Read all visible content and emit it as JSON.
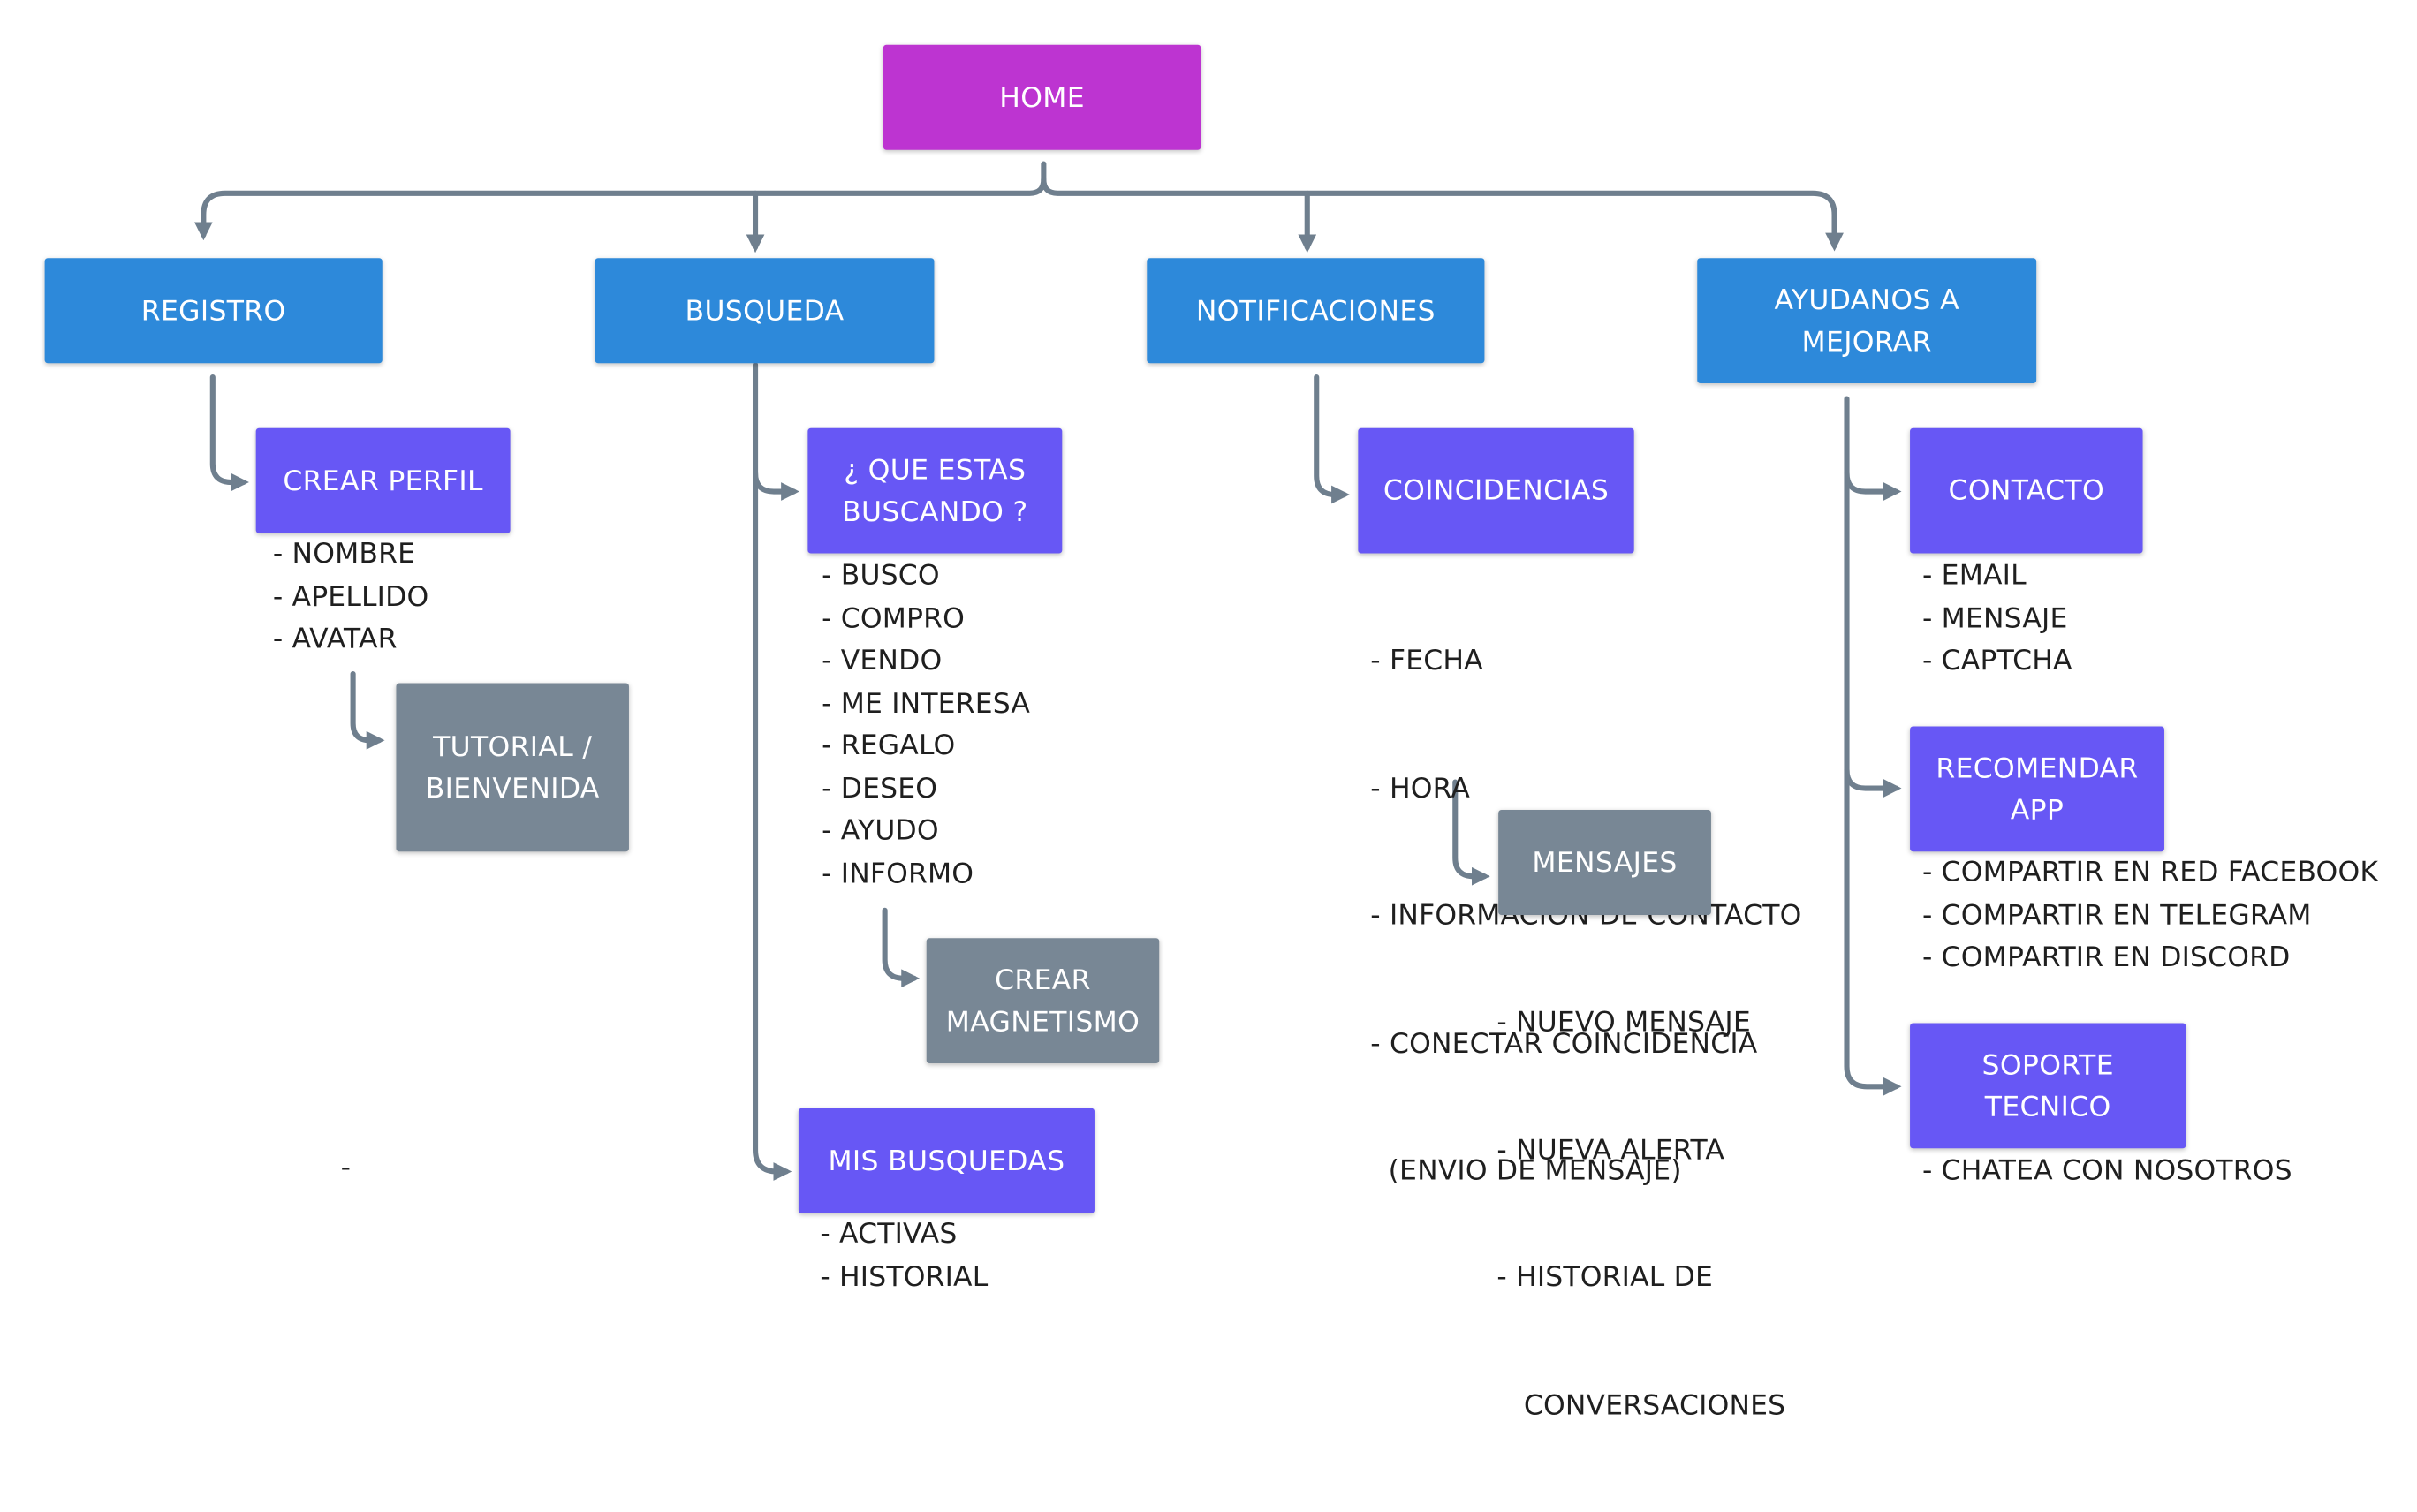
{
  "colors": {
    "root": "#bd34d1",
    "level1": "#2d89da",
    "level2": "#6757f5",
    "level3": "#788795",
    "connector": "#6f7f8e"
  },
  "nodes": {
    "home": "HOME",
    "registro": "REGISTRO",
    "busqueda": "BUSQUEDA",
    "notificaciones": "NOTIFICACIONES",
    "ayudanos": [
      "AYUDANOS A",
      "MEJORAR"
    ],
    "crear_perfil": "CREAR PERFIL",
    "tutorial": [
      "TUTORIAL /",
      "BIENVENIDA"
    ],
    "que_estas_buscando": [
      "¿ QUE ESTAS",
      "BUSCANDO ?"
    ],
    "crear_magnetismo": [
      "CREAR",
      "MAGNETISMO"
    ],
    "mis_busquedas": "MIS BUSQUEDAS",
    "coincidencias": "COINCIDENCIAS",
    "mensajes": "MENSAJES",
    "contacto": "CONTACTO",
    "recomendar_app": [
      "RECOMENDAR",
      "APP"
    ],
    "soporte_tecnico": [
      "SOPORTE",
      "TECNICO"
    ]
  },
  "lists": {
    "crear_perfil": [
      "- NOMBRE",
      "- APELLIDO",
      "- AVATAR"
    ],
    "que_estas_buscando": [
      "- BUSCO",
      "- COMPRO",
      "- VENDO",
      "- ME INTERESA",
      "- REGALO",
      "- DESEO",
      "- AYUDO",
      "- INFORMO"
    ],
    "mis_busquedas": [
      "- ACTIVAS",
      "- HISTORIAL"
    ],
    "coincidencias": [
      "- FECHA",
      "- HORA",
      "- INFORMACION DE CONTACTO",
      "- CONECTAR COINCIDENCIA",
      "  (ENVIO DE MENSAJE)"
    ],
    "mensajes": [
      "- NUEVO MENSAJE",
      "- NUEVA ALERTA",
      "- HISTORIAL DE",
      "   CONVERSACIONES"
    ],
    "contacto": [
      "- EMAIL",
      "- MENSAJE",
      "- CAPTCHA"
    ],
    "recomendar_app": [
      "- COMPARTIR EN RED FACEBOOK",
      "- COMPARTIR EN TELEGRAM",
      "- COMPARTIR EN DISCORD"
    ],
    "soporte_tecnico": [
      "- CHATEA CON NOSOTROS"
    ]
  },
  "stray_mark": "-"
}
